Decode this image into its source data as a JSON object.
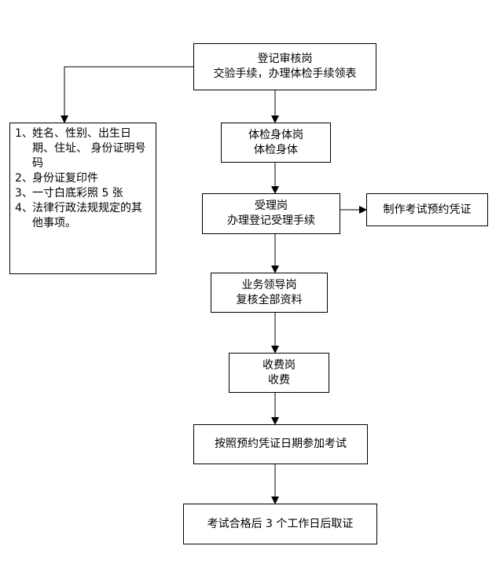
{
  "flow": {
    "step1": {
      "line1": "登记审核岗",
      "line2": "交验手续，办理体检手续领表"
    },
    "step2": {
      "line1": "体检身体岗",
      "line2": "体检身体"
    },
    "step3": {
      "line1": "受理岗",
      "line2": "办理登记受理手续"
    },
    "side": {
      "label": "制作考试预约凭证"
    },
    "step4": {
      "line1": "业务领导岗",
      "line2": "复核全部资料"
    },
    "step5": {
      "line1": "收费岗",
      "line2": "收费"
    },
    "step6": {
      "label": "按照预约凭证日期参加考试"
    },
    "step7": {
      "label": "考试合格后 3 个工作日后取证"
    }
  },
  "documents": {
    "items": [
      {
        "num": "1、",
        "text": "姓名、性别、出生日期、住址、 身份证明号码"
      },
      {
        "num": "2、",
        "text": "身份证复印件"
      },
      {
        "num": "3、",
        "text": "一寸白底彩照 5 张"
      },
      {
        "num": "4、",
        "text": "法律行政法规规定的其他事项。"
      }
    ]
  }
}
